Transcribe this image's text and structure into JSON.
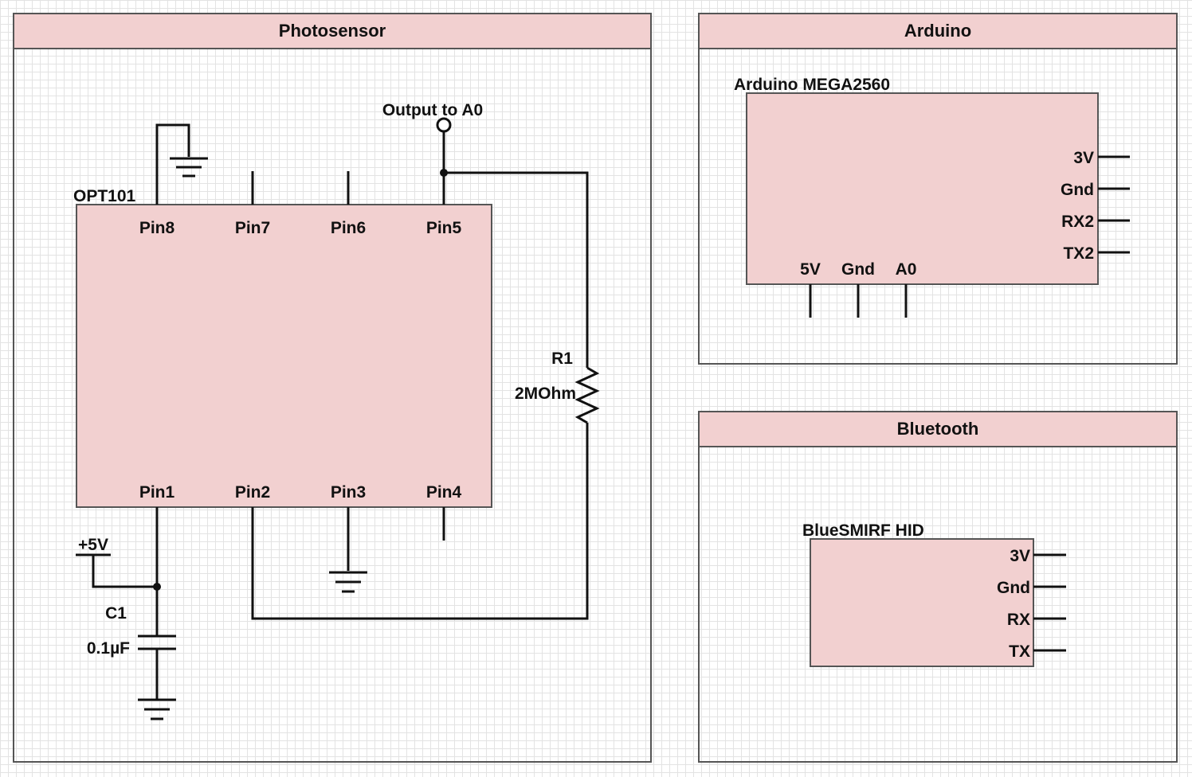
{
  "panels": {
    "photosensor": {
      "title": "Photosensor"
    },
    "arduino": {
      "title": "Arduino"
    },
    "bluetooth": {
      "title": "Bluetooth"
    }
  },
  "opt101": {
    "name": "OPT101",
    "pins_top": [
      "Pin8",
      "Pin7",
      "Pin6",
      "Pin5"
    ],
    "pins_bottom": [
      "Pin1",
      "Pin2",
      "Pin3",
      "Pin4"
    ]
  },
  "output_label": "Output to A0",
  "resistor": {
    "name": "R1",
    "value": "2MOhm"
  },
  "capacitor": {
    "name": "C1",
    "value": "0.1µF"
  },
  "supply_label": "+5V",
  "arduino_module": {
    "name": "Arduino MEGA2560",
    "pins_right": [
      "3V",
      "Gnd",
      "RX2",
      "TX2"
    ],
    "pins_bottom": [
      "5V",
      "Gnd",
      "A0"
    ]
  },
  "bluetooth_module": {
    "name": "BlueSMIRF HID",
    "pins_right": [
      "3V",
      "Gnd",
      "RX",
      "TX"
    ]
  },
  "colors": {
    "component_fill": "#f2d0d0",
    "wire": "#111111",
    "grid": "#e3e3e3"
  }
}
